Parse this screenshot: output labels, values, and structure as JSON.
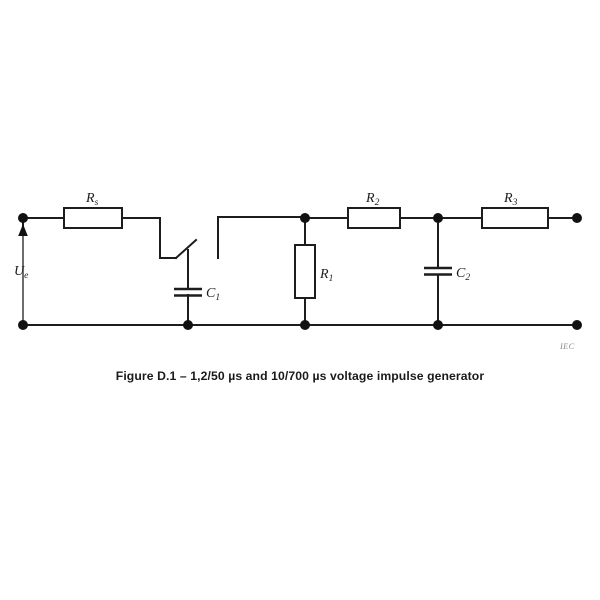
{
  "figure": {
    "caption": "Figure D.1 – 1,2/50 µs and 10/700 µs voltage impulse generator",
    "watermark": "IEC",
    "background_color": "#ffffff",
    "line_color": "#1d1d1d"
  },
  "labels": {
    "source_voltage": "U",
    "source_voltage_sub": "e",
    "rs": "R",
    "rs_sub": "s",
    "c1": "C",
    "c1_sub": "1",
    "r1": "R",
    "r1_sub": "1",
    "r2": "R",
    "r2_sub": "2",
    "c2": "C",
    "c2_sub": "2",
    "r3": "R",
    "r3_sub": "3"
  },
  "components": [
    {
      "name": "charging-resistor",
      "label": "Rs",
      "type": "resistor",
      "orientation": "horizontal"
    },
    {
      "name": "spark-gap-switch",
      "label": "",
      "type": "switch",
      "orientation": "diagonal"
    },
    {
      "name": "energy-storage-capacitor",
      "label": "C1",
      "type": "capacitor",
      "orientation": "vertical"
    },
    {
      "name": "discharge-resistor",
      "label": "R1",
      "type": "resistor",
      "orientation": "vertical"
    },
    {
      "name": "front-resistor",
      "label": "R2",
      "type": "resistor",
      "orientation": "horizontal"
    },
    {
      "name": "front-capacitor",
      "label": "C2",
      "type": "capacitor",
      "orientation": "vertical"
    },
    {
      "name": "output-resistor",
      "label": "R3",
      "type": "resistor",
      "orientation": "horizontal"
    }
  ]
}
